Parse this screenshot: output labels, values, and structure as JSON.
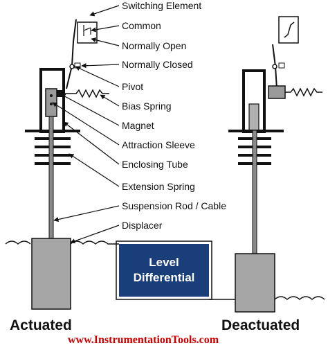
{
  "labels": {
    "switching_element": "Switching Element",
    "common": "Common",
    "normally_open": "Normally Open",
    "normally_closed": "Normally Closed",
    "pivot": "Pivot",
    "bias_spring": "Bias Spring",
    "magnet": "Magnet",
    "attraction_sleeve": "Attraction Sleeve",
    "enclosing_tube": "Enclosing Tube",
    "extension_spring": "Extension Spring",
    "suspension_rod": "Suspension Rod / Cable",
    "displacer": "Displacer"
  },
  "level_box": {
    "line1": "Level",
    "line2": "Differential",
    "color": "#1a3e7a"
  },
  "states": {
    "actuated": "Actuated",
    "deactuated": "Deactuated"
  },
  "footer": {
    "url": "www.InstrumentationTools.com",
    "color": "#cc0000"
  }
}
